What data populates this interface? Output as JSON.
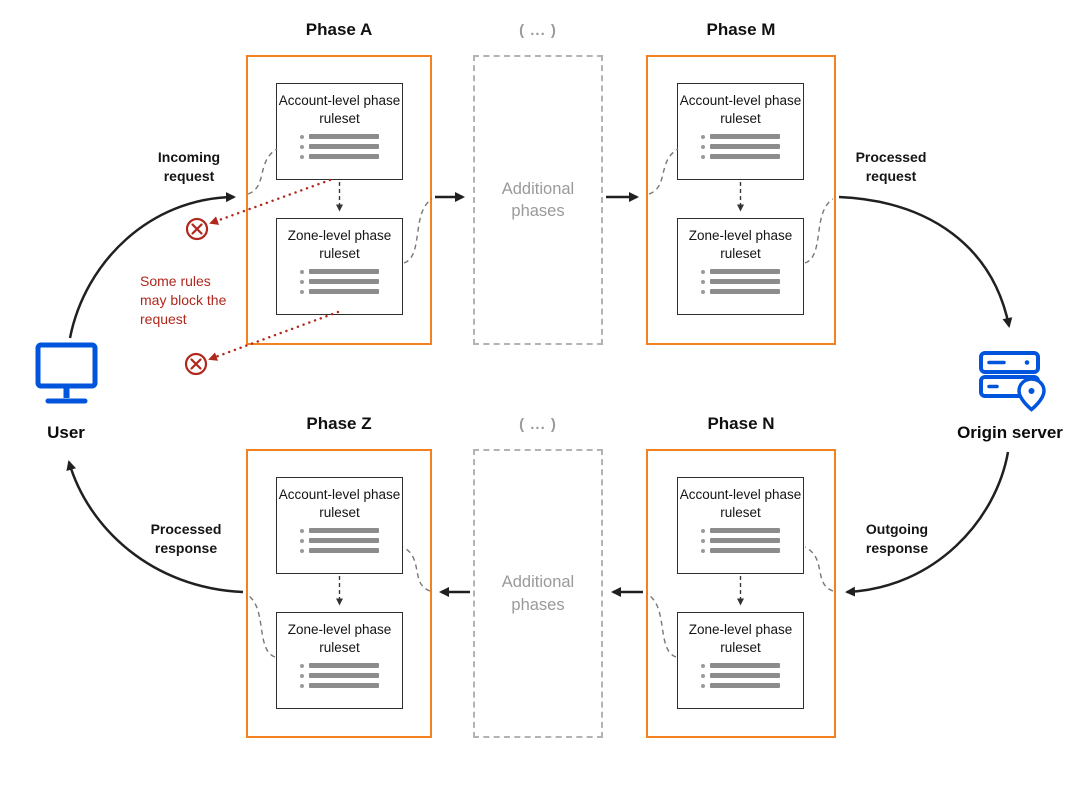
{
  "phases": {
    "top_left": {
      "title": "Phase A"
    },
    "top_right": {
      "title": "Phase M"
    },
    "bottom_left": {
      "title": "Phase Z"
    },
    "bottom_right": {
      "title": "Phase N"
    }
  },
  "ruleset_labels": {
    "account": "Account-level phase ruleset",
    "zone": "Zone-level phase ruleset"
  },
  "placeholders": {
    "top": {
      "title": "( ... )",
      "body": "Additional phases"
    },
    "bottom": {
      "title": "( ... )",
      "body": "Additional phases"
    }
  },
  "endpoints": {
    "user": "User",
    "origin": "Origin server"
  },
  "flow_labels": {
    "incoming_request": "Incoming request",
    "processed_request": "Processed request",
    "outgoing_response": "Outgoing response",
    "processed_response": "Processed response"
  },
  "annotations": {
    "block_note": "Some rules may block the request"
  },
  "colors": {
    "phase_border": "#f48120",
    "block_red": "#b0271c",
    "endpoint_blue": "#0055dc",
    "muted_gray": "#9a9a9a",
    "arrow_dark": "#202020"
  }
}
